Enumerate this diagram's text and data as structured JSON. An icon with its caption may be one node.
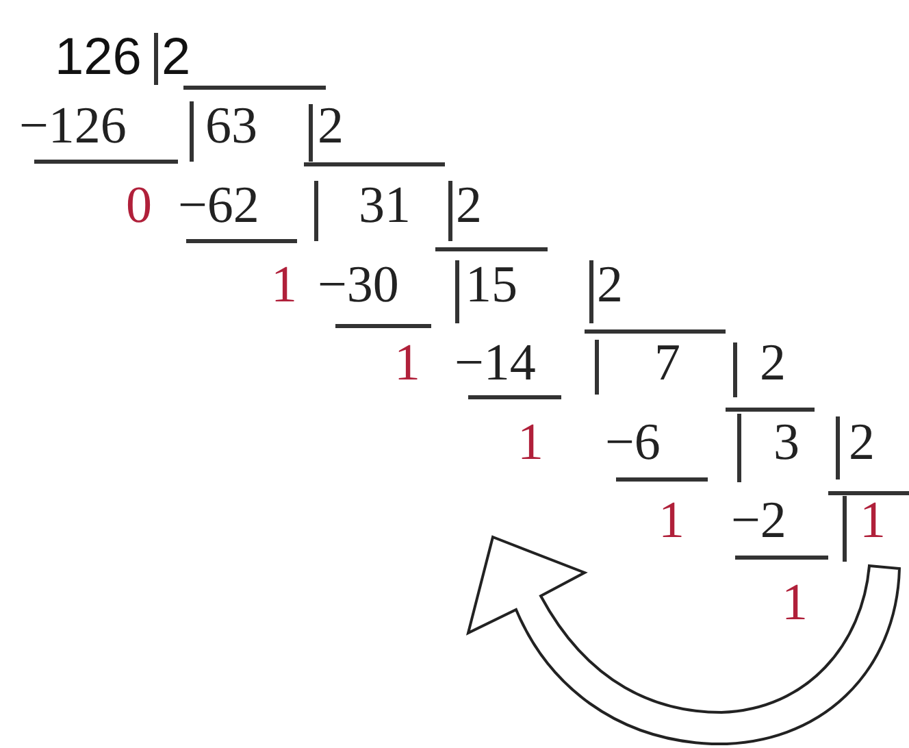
{
  "diagram": {
    "labels": [
      "126",
      "2",
      "−126",
      "63",
      "2",
      "0",
      "−62",
      "31",
      "2",
      "1",
      "−30",
      "15",
      "2",
      "1",
      "−14",
      "7",
      "2",
      "1",
      "−6",
      "3",
      "2",
      "1",
      "−2",
      "1",
      "1"
    ]
  }
}
